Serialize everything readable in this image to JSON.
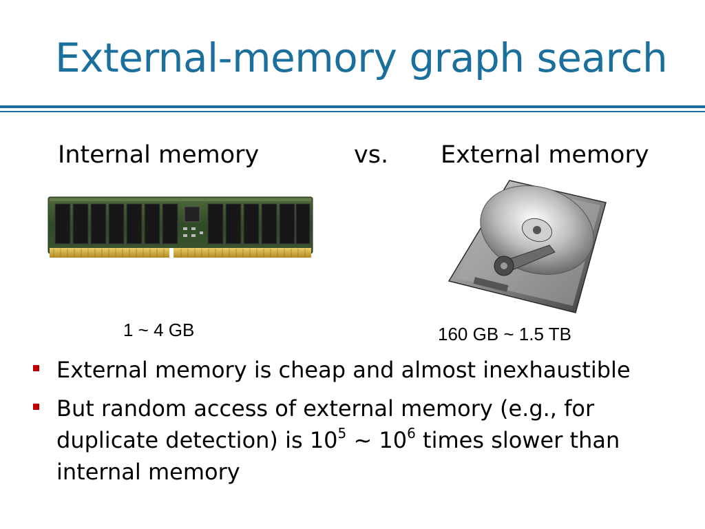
{
  "slide": {
    "title": "External-memory graph search",
    "compare": {
      "left_label": "Internal memory",
      "vs": "vs.",
      "right_label": "External memory",
      "left_caption": "1 ~ 4 GB",
      "right_caption": "160 GB ~ 1.5 TB"
    },
    "bullets": [
      {
        "text": "External memory is cheap and almost inexhaustible"
      },
      {
        "pre": "But random access of external memory (e.g., for duplicate detection) is 10",
        "exp1": "5",
        "mid": " ~ 10",
        "exp2": "6",
        "post": " times slower than internal memory"
      }
    ],
    "colors": {
      "title": "#1a6f9c",
      "rule": "#1a6f9c",
      "bullet": "#c00000"
    }
  }
}
